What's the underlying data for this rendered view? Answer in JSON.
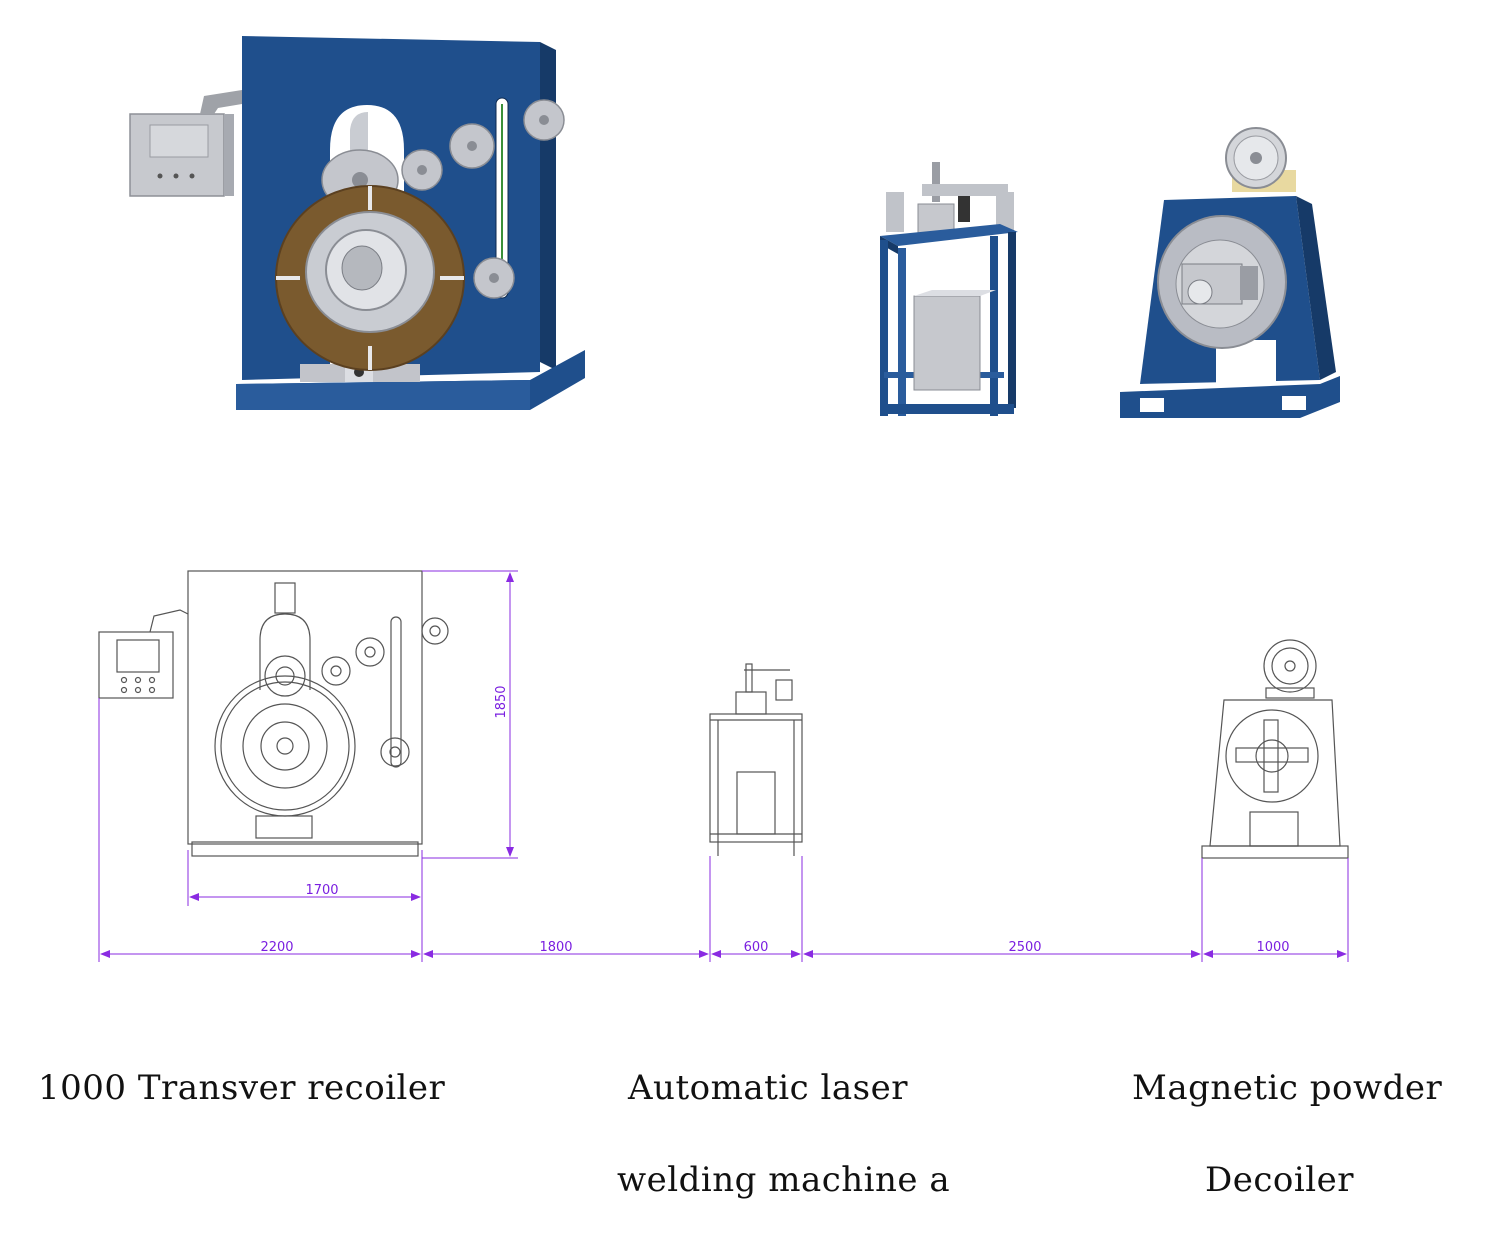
{
  "colors": {
    "machine_blue": "#1f4f8c",
    "machine_blue_dark": "#163a68",
    "steel_grey": "#b9bcc4",
    "steel_light": "#dcdee3",
    "coil_brown": "#7a5a2e",
    "dimension_purple": "#8a2be2",
    "line_drawing": "#555555"
  },
  "dimensions": {
    "height": "1850",
    "recoiler_base": "1700",
    "recoiler_total": "2200",
    "gap_1": "1800",
    "welder_width": "600",
    "gap_2": "2500",
    "decoiler_width": "1000"
  },
  "captions": {
    "recoiler": [
      "1000 Transver recoiler"
    ],
    "welder": [
      "Automatic laser",
      "welding machine a"
    ],
    "decoiler": [
      "Magnetic powder",
      "Decoiler"
    ]
  }
}
